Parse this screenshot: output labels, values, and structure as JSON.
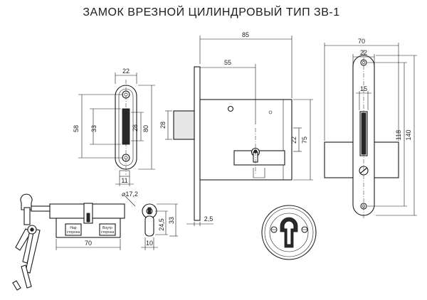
{
  "title": "ЗАМОК ВРЕЗНОЙ ЦИЛИНДРОВЫЙ ТИП ЗВ-1",
  "dims": {
    "strike_width": "22",
    "strike_height": "80",
    "strike_hole_spacing": "58",
    "strike_window": "33",
    "strike_thickness": "11",
    "cylinder_length": "70",
    "cylinder_diameter": "⌀17,2",
    "cyl_profile_height": "24,5",
    "cyl_profile_total": "33",
    "cyl_profile_width": "10",
    "lock_depth": "85",
    "backset": "55",
    "bolt_height": "28",
    "keyhole_offset": "22",
    "body_height": "75",
    "plate_thickness": "2,5",
    "face_width": "70",
    "faceplate_width": "22",
    "faceplate_window": "15",
    "faceplate_hole_spacing": "118",
    "faceplate_length": "140"
  },
  "cylinder_labels": {
    "left_top": "Нар",
    "left_bottom": "сторона",
    "right_top": "Внутр",
    "right_bottom": "сторона"
  }
}
